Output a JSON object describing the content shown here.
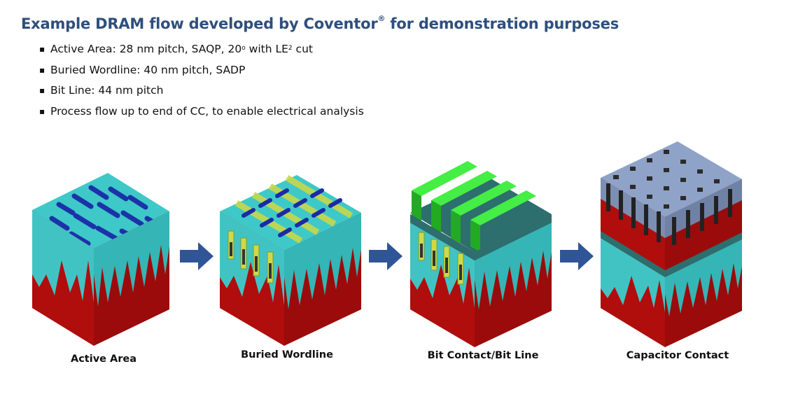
{
  "title": {
    "pre": "Example DRAM flow developed by Coventor",
    "mark": "®",
    "post": " for demonstration purposes"
  },
  "bullets": [
    {
      "a": "Active Area: 28 nm pitch, SAQP, 20",
      "sup1": "o",
      "b": " with LE",
      "sup2": "2",
      "c": " cut"
    },
    {
      "a": "Buried Wordline: 40 nm pitch, SADP"
    },
    {
      "a": "Bit Line: 44 nm pitch"
    },
    {
      "a": "Process flow up to end of CC, to enable electrical analysis"
    }
  ],
  "stages": [
    {
      "label": "Active Area"
    },
    {
      "label": "Buried Wordline"
    },
    {
      "label": "Bit Contact/Bit Line"
    },
    {
      "label": "Capacitor Contact"
    }
  ],
  "colors": {
    "title": "#2e4f7d",
    "arrow": "#2f5597",
    "substrate": "#b00d0d",
    "oxide": "#3cc6c6",
    "trench": "#1b2aa8",
    "wordline": "#b6d34a",
    "bitline": "#33dd33",
    "capacitor": "#8fa3c8"
  }
}
